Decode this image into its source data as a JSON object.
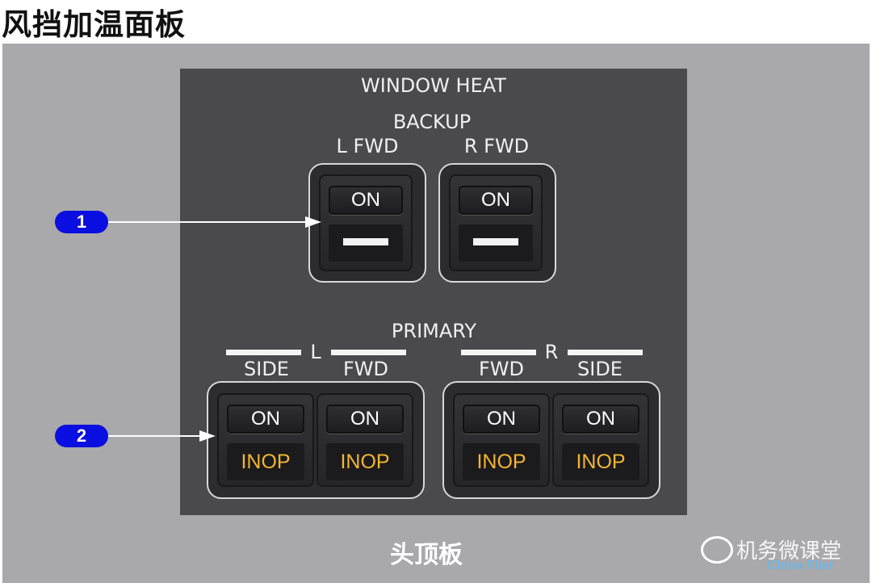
{
  "page": {
    "title": "风挡加温面板"
  },
  "panel": {
    "title": "WINDOW HEAT",
    "backup": {
      "label": "BACKUP",
      "left_label": "L FWD",
      "right_label": "R FWD",
      "on_label": "ON"
    },
    "primary": {
      "label": "PRIMARY",
      "l": "L",
      "r": "R",
      "side": "SIDE",
      "fwd": "FWD",
      "on_label": "ON",
      "inop_label": "INOP"
    }
  },
  "callouts": {
    "one": "1",
    "two": "2"
  },
  "footer": {
    "label": "头顶板"
  },
  "watermark": {
    "text": "机务微课堂",
    "sub": "China Flier"
  },
  "colors": {
    "inop": "#f2b632",
    "badge": "#0a0ee0",
    "panel": "#4a494b"
  }
}
